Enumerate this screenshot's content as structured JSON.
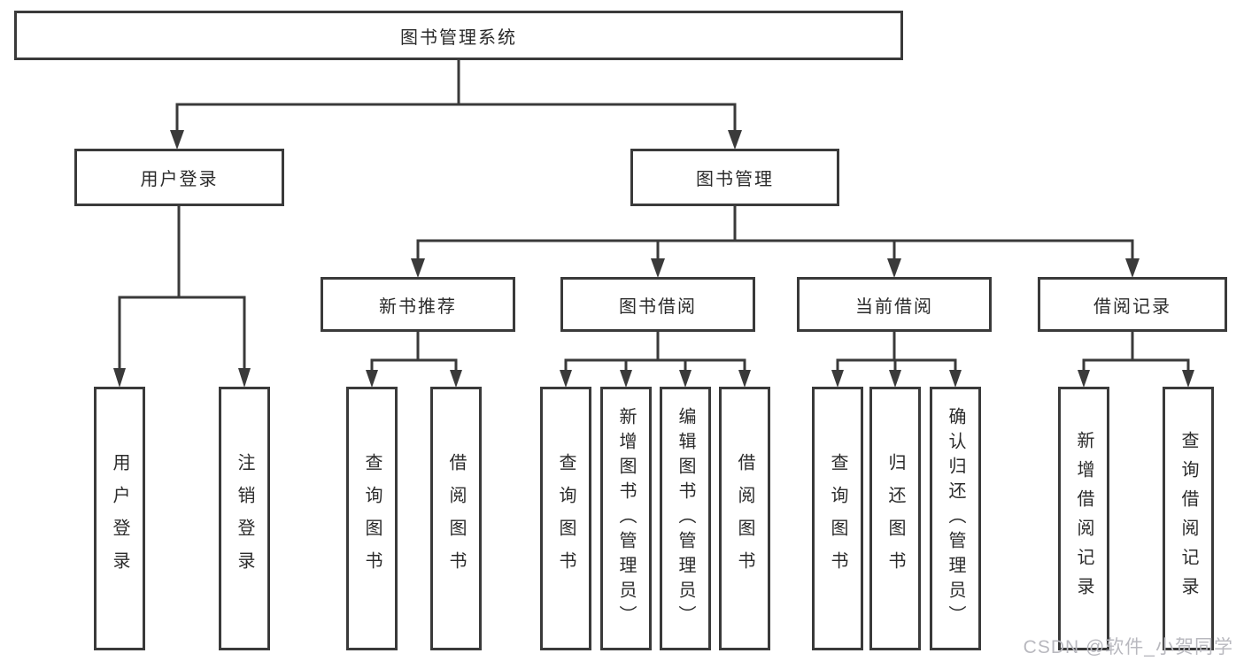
{
  "colors": {
    "background": "#ffffff",
    "line": "#3a3a3a",
    "box_border": "#3a3a3a",
    "text": "#2b2b2b",
    "watermark": "#b9b9bf"
  },
  "tree": {
    "root": {
      "label": "图书管理系统",
      "children": [
        {
          "label": "用户登录",
          "children": [
            {
              "label": "用户登录"
            },
            {
              "label": "注销登录"
            }
          ]
        },
        {
          "label": "图书管理",
          "children": [
            {
              "label": "新书推荐",
              "children": [
                {
                  "label": "查询图书"
                },
                {
                  "label": "借阅图书"
                }
              ]
            },
            {
              "label": "图书借阅",
              "children": [
                {
                  "label": "查询图书"
                },
                {
                  "label": "新增图书（管理员）"
                },
                {
                  "label": "编辑图书（管理员）"
                },
                {
                  "label": "借阅图书"
                }
              ]
            },
            {
              "label": "当前借阅",
              "children": [
                {
                  "label": "查询图书"
                },
                {
                  "label": "归还图书"
                },
                {
                  "label": "确认归还（管理员）"
                }
              ]
            },
            {
              "label": "借阅记录",
              "children": [
                {
                  "label": "新增借阅记录"
                },
                {
                  "label": "查询借阅记录"
                }
              ]
            }
          ]
        }
      ]
    }
  },
  "watermark": {
    "text": "CSDN @软件_小贺同学"
  }
}
